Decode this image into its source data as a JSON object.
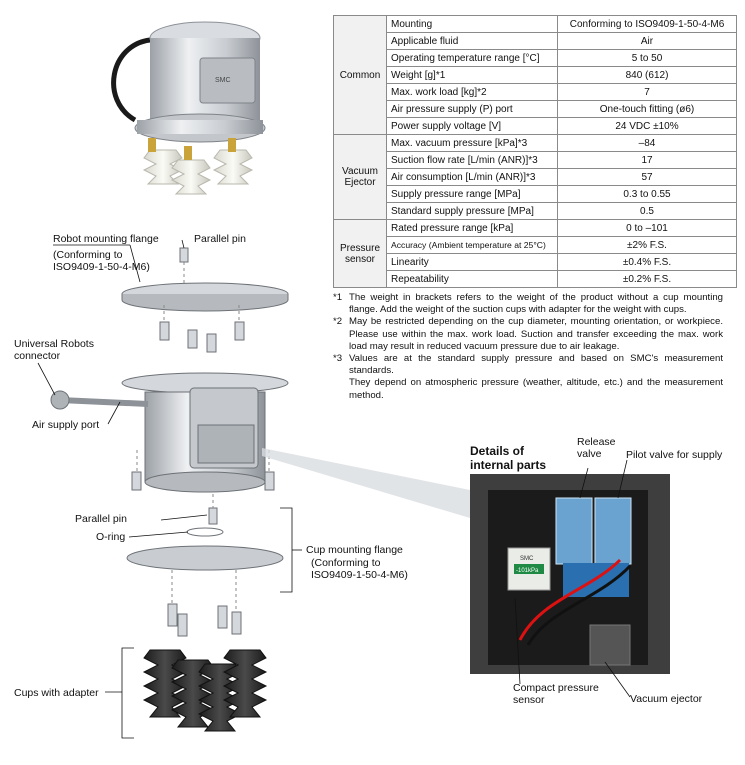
{
  "spec_table": {
    "groups": [
      {
        "name": "Common",
        "rows": [
          {
            "item": "Mounting",
            "value": "Conforming to ISO9409-1-50-4-M6"
          },
          {
            "item": "Applicable fluid",
            "value": "Air"
          },
          {
            "item": "Operating temperature range [°C]",
            "value": "5 to 50"
          },
          {
            "item": "Weight [g]*1",
            "value": "840 (612)"
          },
          {
            "item": "Max. work load [kg]*2",
            "value": "7"
          },
          {
            "item": "Air pressure supply (P) port",
            "value": "One-touch fitting (ø6)"
          },
          {
            "item": "Power supply voltage [V]",
            "value": "24 VDC ±10%"
          }
        ]
      },
      {
        "name": "Vacuum Ejector",
        "rows": [
          {
            "item": "Max. vacuum pressure [kPa]*3",
            "value": "–84"
          },
          {
            "item": "Suction flow rate [L/min (ANR)]*3",
            "value": "17"
          },
          {
            "item": "Air consumption [L/min (ANR)]*3",
            "value": "57"
          },
          {
            "item": "Supply pressure range [MPa]",
            "value": "0.3 to 0.55"
          },
          {
            "item": "Standard supply pressure [MPa]",
            "value": "0.5"
          }
        ]
      },
      {
        "name": "Pressure sensor",
        "rows": [
          {
            "item": "Rated pressure range [kPa]",
            "value": "0 to –101"
          },
          {
            "item": "Accuracy (Ambient temperature at 25°C)",
            "value": "±2% F.S."
          },
          {
            "item": "Linearity",
            "value": "±0.4% F.S."
          },
          {
            "item": "Repeatability",
            "value": "±0.2% F.S."
          }
        ]
      }
    ]
  },
  "notes": [
    {
      "mark": "*1",
      "text": "The weight in brackets refers to the weight of the product without a cup mounting flange. Add the weight of the suction cups with adapter for the weight with cups."
    },
    {
      "mark": "*2",
      "text": "May be restricted depending on the cup diameter, mounting orientation, or workpiece. Please use within the max. work load. Suction and transfer exceeding the max. work load may result in reduced vacuum pressure due to air leakage."
    },
    {
      "mark": "*3",
      "text": "Values are at the standard supply pressure and based on SMC's measurement standards.",
      "continuation": "They depend on atmospheric pressure (weather, altitude, etc.) and the measurement method."
    }
  ],
  "exploded_labels": {
    "robot_flange": "Robot mounting flange",
    "robot_flange_conf": "(Conforming to\nISO9409-1-50-4-M6)",
    "parallel_pin_top": "Parallel pin",
    "ur_connector": "Universal Robots\nconnector",
    "air_port": "Air supply port",
    "parallel_pin_bottom": "Parallel pin",
    "oring": "O-ring",
    "cup_flange": "Cup mounting flange",
    "cup_flange_conf": "(Conforming to\nISO9409-1-50-4-M6)",
    "cups": "Cups with adapter"
  },
  "details": {
    "title": "Details of\ninternal parts",
    "release_valve": "Release\nvalve",
    "pilot_valve": "Pilot valve for supply",
    "compact_sensor": "Compact pressure\nsensor",
    "vacuum_ejector": "Vacuum ejector",
    "sensor_brand": "SMC",
    "sensor_reading": "-101kPa",
    "body_brand": "SMC"
  },
  "colors": {
    "table_border": "#8a8a8a",
    "group_bg": "#f1f1f1",
    "metal": "#c9cdd2"
  }
}
